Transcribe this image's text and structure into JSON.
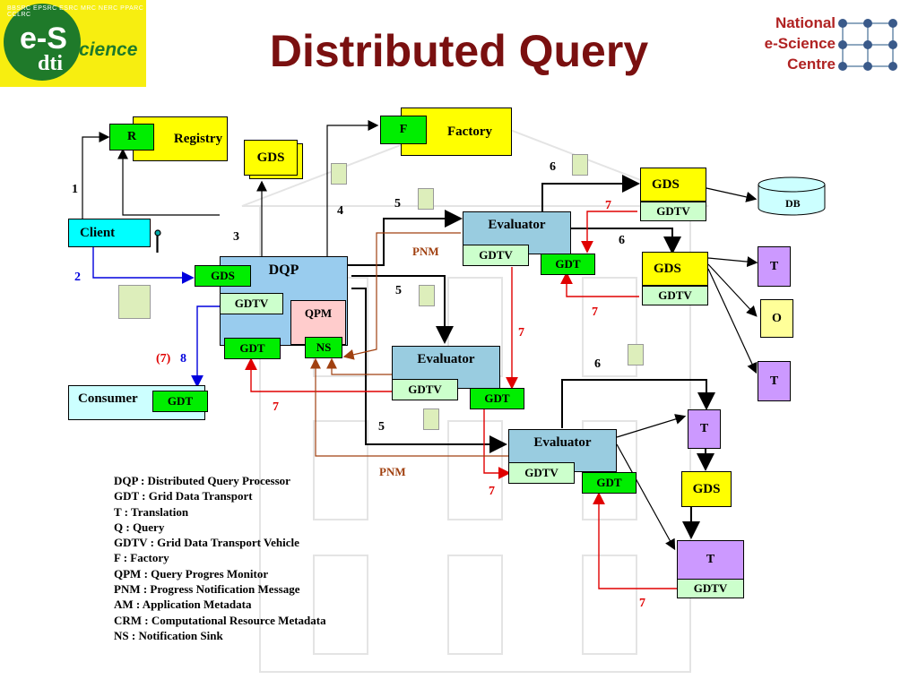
{
  "title": "Distributed Query",
  "logo_left": {
    "ring": "BBSRC EPSRC ESRC MRC NERC PPARC CCLRC",
    "es": "e-S",
    "science": "cience",
    "dti": "dti"
  },
  "logo_right": {
    "line1": "National",
    "line2": "e-Science",
    "line3": "Centre"
  },
  "nodes": {
    "registry": "Registry",
    "r": "R",
    "factory": "Factory",
    "f": "F",
    "gds_top": "GDS",
    "client": "Client",
    "dqp": "DQP",
    "dqp_gds": "GDS",
    "dqp_gdtv": "GDTV",
    "qpm": "QPM",
    "dqp_gdt": "GDT",
    "ns": "NS",
    "consumer": "Consumer",
    "consumer_gdt": "GDT",
    "eval1": "Evaluator",
    "eval1_gdtv": "GDTV",
    "eval1_gdt": "GDT",
    "eval2": "Evaluator",
    "eval2_gdtv": "GDTV",
    "eval2_gdt": "GDT",
    "eval3": "Evaluator",
    "eval3_gdtv": "GDTV",
    "eval3_gdt": "GDT",
    "gds_r1": "GDS",
    "gdtv_r1": "GDTV",
    "db": "DB",
    "gds_r2": "GDS",
    "gdtv_r2": "GDTV",
    "t1": "T",
    "o": "O",
    "t2": "T",
    "t3": "T",
    "gds_b": "GDS",
    "t4": "T",
    "gdtv_b": "GDTV"
  },
  "labels": {
    "n1": "1",
    "n2": "2",
    "n3": "3",
    "n4": "4",
    "n5a": "5",
    "n5b": "5",
    "n5c": "5",
    "n6a": "6",
    "n6b": "6",
    "n6c": "6",
    "n7a": "7",
    "n7b": "7",
    "n7c": "7",
    "n7d": "7",
    "n7e": "7",
    "n7f": "7",
    "n7g": "(7)",
    "n8": "8",
    "pnm1": "PNM",
    "pnm2": "PNM"
  },
  "legend": [
    "DQP : Distributed Query Processor",
    "GDT : Grid Data Transport",
    "T : Translation",
    "Q : Query",
    "GDTV : Grid Data Transport Vehicle",
    "F : Factory",
    "QPM : Query Progres Monitor",
    "PNM : Progress Notification Message",
    "AM : Application Metadata",
    "CRM : Computational Resource Metadata",
    "NS : Notification Sink"
  ],
  "colors": {
    "title": "#7a1010",
    "arrow_black": "#000000",
    "arrow_red": "#e00000",
    "arrow_blue": "#0000dd",
    "arrow_brown": "#a04010"
  }
}
